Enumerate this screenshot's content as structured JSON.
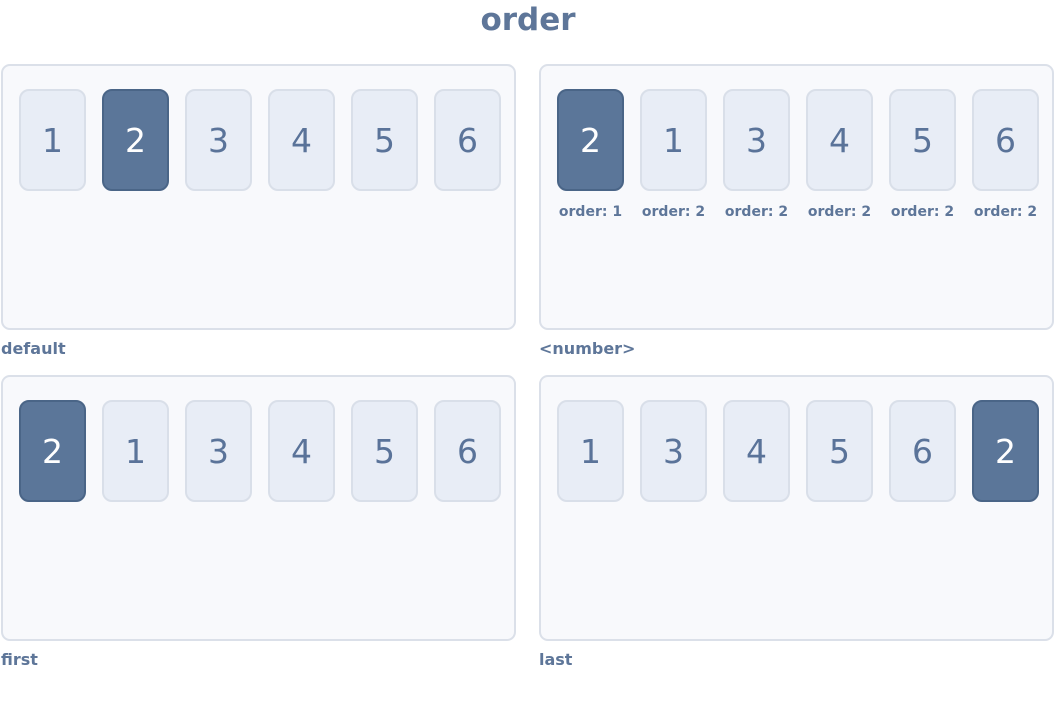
{
  "title": "order",
  "panels": [
    {
      "label": "default",
      "items": [
        {
          "value": "1",
          "highlighted": false
        },
        {
          "value": "2",
          "highlighted": true
        },
        {
          "value": "3",
          "highlighted": false
        },
        {
          "value": "4",
          "highlighted": false
        },
        {
          "value": "5",
          "highlighted": false
        },
        {
          "value": "6",
          "highlighted": false
        }
      ]
    },
    {
      "label": "<number>",
      "items": [
        {
          "value": "2",
          "highlighted": true,
          "note": "order: 1"
        },
        {
          "value": "1",
          "highlighted": false,
          "note": "order: 2"
        },
        {
          "value": "3",
          "highlighted": false,
          "note": "order: 2"
        },
        {
          "value": "4",
          "highlighted": false,
          "note": "order: 2"
        },
        {
          "value": "5",
          "highlighted": false,
          "note": "order: 2"
        },
        {
          "value": "6",
          "highlighted": false,
          "note": "order: 2"
        }
      ]
    },
    {
      "label": "first",
      "items": [
        {
          "value": "2",
          "highlighted": true
        },
        {
          "value": "1",
          "highlighted": false
        },
        {
          "value": "3",
          "highlighted": false
        },
        {
          "value": "4",
          "highlighted": false
        },
        {
          "value": "5",
          "highlighted": false
        },
        {
          "value": "6",
          "highlighted": false
        }
      ]
    },
    {
      "label": "last",
      "items": [
        {
          "value": "1",
          "highlighted": false
        },
        {
          "value": "3",
          "highlighted": false
        },
        {
          "value": "4",
          "highlighted": false
        },
        {
          "value": "5",
          "highlighted": false
        },
        {
          "value": "6",
          "highlighted": false
        },
        {
          "value": "2",
          "highlighted": true
        }
      ]
    }
  ],
  "colors": {
    "accent": "#5b7699",
    "tile_bg": "#e8edf6",
    "panel_bg": "#f8f9fc",
    "border": "#dbe0e9"
  }
}
